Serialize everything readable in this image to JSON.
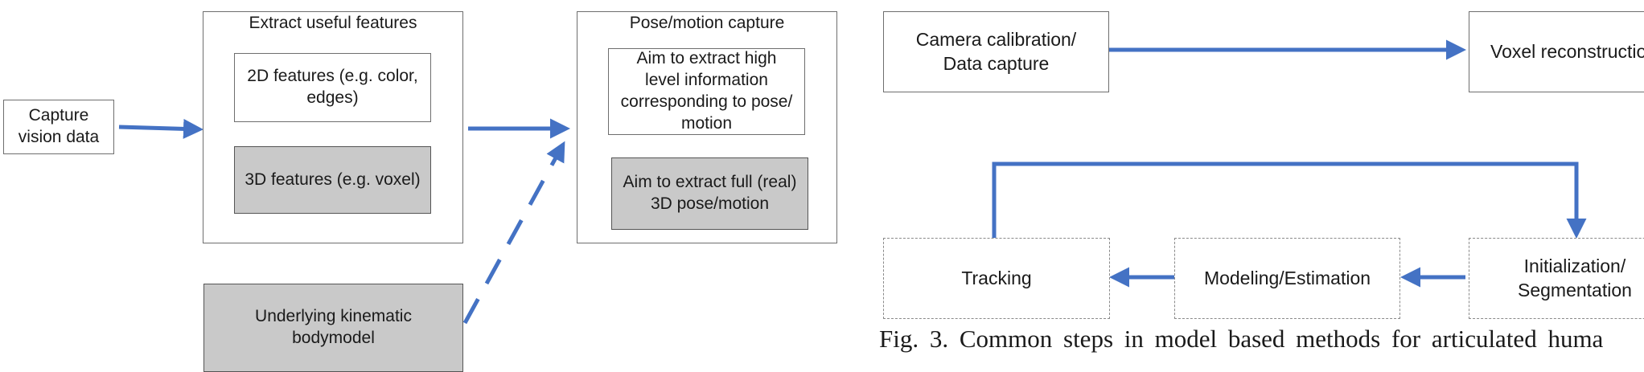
{
  "left_figure": {
    "capture_box": "Capture\nvision data",
    "extract_container": {
      "title": "Extract useful features",
      "features_2d": "2D features (e.g. color,\nedges)",
      "features_3d": "3D features (e.g. voxel)"
    },
    "kinematic_box": "Underlying kinematic\nbodymodel",
    "pose_container": {
      "title": "Pose/motion capture",
      "high_level": "Aim to extract high\nlevel information\ncorresponding to pose/\nmotion",
      "full_3d": "Aim to extract full (real)\n3D pose/motion"
    }
  },
  "right_figure": {
    "calibration_box": "Camera calibration/\nData capture",
    "voxel_box": "Voxel reconstructio",
    "tracking_box": "Tracking",
    "modeling_box": "Modeling/Estimation",
    "init_box": "Initialization/\nSegmentation",
    "caption": "Fig. 3.  Common steps in model based methods for articulated huma"
  },
  "colors": {
    "arrow": "#4472c4",
    "gray_fill": "#c9c9c9",
    "border": "#6e6e6e"
  }
}
